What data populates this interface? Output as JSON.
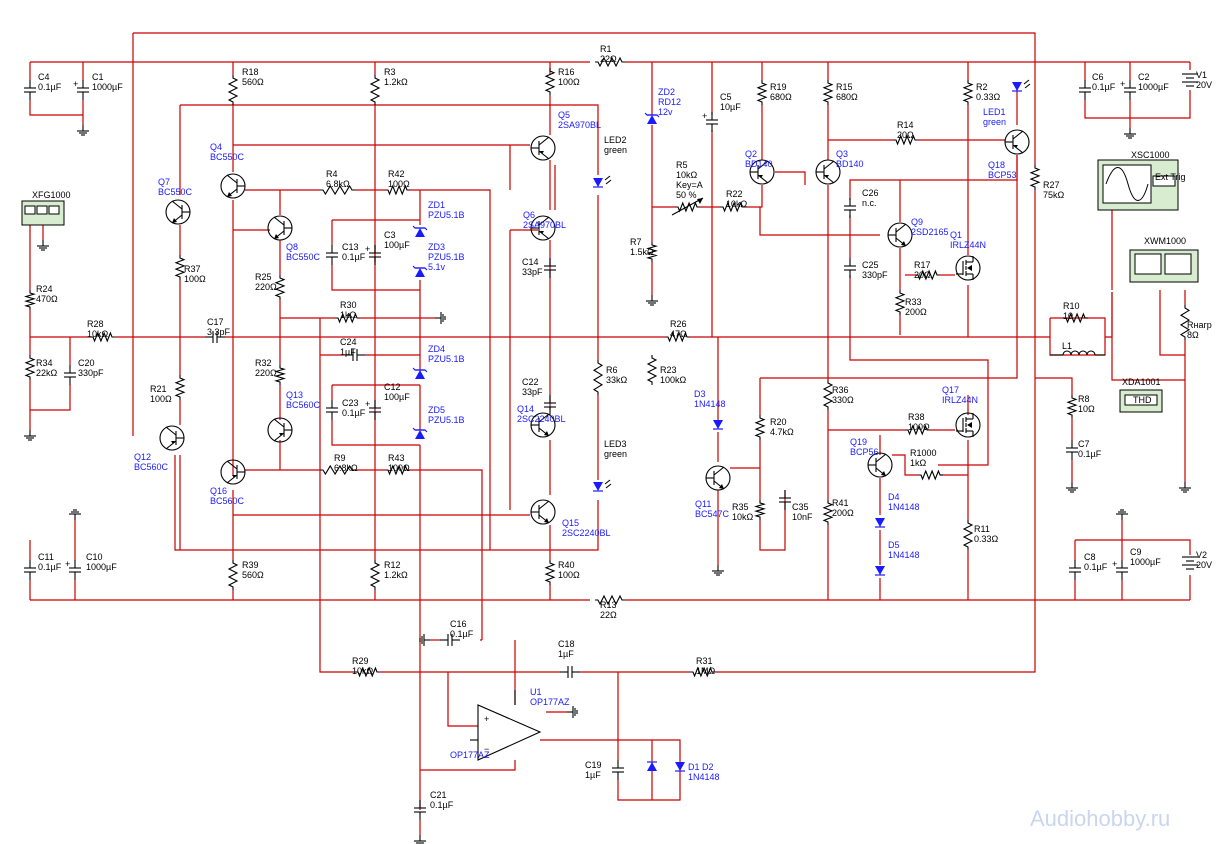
{
  "labels": {
    "C4": [
      "C4",
      "0.1µF"
    ],
    "C1": [
      "C1",
      "1000µF"
    ],
    "R18": [
      "R18",
      "560Ω"
    ],
    "R3": [
      "R3",
      "1.2kΩ"
    ],
    "R16": [
      "R16",
      "100Ω"
    ],
    "R1": [
      "R1",
      "22Ω"
    ],
    "ZD2": [
      "ZD2",
      "RD12",
      "12v"
    ],
    "C5": [
      "C5",
      "10µF"
    ],
    "R19": [
      "R19",
      "680Ω"
    ],
    "R15": [
      "R15",
      "680Ω"
    ],
    "R2": [
      "R2",
      "0.33Ω"
    ],
    "LED1": [
      "LED1",
      "green"
    ],
    "C6": [
      "C6",
      "0.1µF"
    ],
    "C2": [
      "C2",
      "1000µF"
    ],
    "V1": [
      "V1",
      "20V"
    ],
    "Q5": [
      "Q5",
      "2SA970BL"
    ],
    "LED2": [
      "LED2",
      "green"
    ],
    "Q4": [
      "Q4",
      "BC550C"
    ],
    "Q7": [
      "Q7",
      "BC550C"
    ],
    "R14": [
      "R14",
      "20Ω"
    ],
    "Q2": [
      "Q2",
      "BD140"
    ],
    "Q3": [
      "Q3",
      "BD140"
    ],
    "Q18": [
      "Q18",
      "BCP53"
    ],
    "R5": [
      "R5",
      "10kΩ",
      "Key=A",
      "50 %"
    ],
    "R4": [
      "R4",
      "6.8kΩ"
    ],
    "R42": [
      "R42",
      "100Ω"
    ],
    "R22": [
      "R22",
      "10kΩ"
    ],
    "C26": [
      "C26",
      "n.c."
    ],
    "R27": [
      "R27",
      "75kΩ"
    ],
    "XFG1000": "XFG1000",
    "XSC1000": "XSC1000",
    "XWM1000": "XWM1000",
    "XDA1001": "XDA1001",
    "ZD1": [
      "ZD1",
      "PZU5.1B"
    ],
    "Q6": [
      "Q6",
      "2SA970BL"
    ],
    "Q8": [
      "Q8",
      "BC550C"
    ],
    "C3": [
      "C3",
      "100µF"
    ],
    "C13": [
      "C13",
      "0.1µF"
    ],
    "ZD3": [
      "ZD3",
      "PZU5.1B",
      "5.1v"
    ],
    "Q9": [
      "Q9",
      "2SD2165"
    ],
    "Q1": [
      "Q1",
      "IRLZ44N"
    ],
    "R37": [
      "R37",
      "100Ω"
    ],
    "R7": [
      "R7",
      "1.5kΩ"
    ],
    "C14": [
      "C14",
      "33pF"
    ],
    "C25": [
      "C25",
      "330pF"
    ],
    "R17": [
      "R17",
      "20Ω"
    ],
    "R25": [
      "R25",
      "220Ω"
    ],
    "R24": [
      "R24",
      "470Ω"
    ],
    "R33": [
      "R33",
      "200Ω"
    ],
    "R30": [
      "R30",
      "1kΩ"
    ],
    "R28": [
      "R28",
      "10kΩ"
    ],
    "R10": [
      "R10",
      "10"
    ],
    "C17": [
      "C17",
      "3.3pF"
    ],
    "R26": [
      "R26",
      "47Ω"
    ],
    "Rload": [
      "Rнагр",
      "8Ω"
    ],
    "L1": "L1",
    "C24": [
      "C24",
      "1µF"
    ],
    "ZD4": [
      "ZD4",
      "PZU5.1B"
    ],
    "R34": [
      "R34",
      "22kΩ"
    ],
    "C20": [
      "C20",
      "330pF"
    ],
    "R32": [
      "R32",
      "220Ω"
    ],
    "R6": [
      "R6",
      "33kΩ"
    ],
    "R23": [
      "R23",
      "100kΩ"
    ],
    "D3": [
      "D3",
      "1N4148"
    ],
    "R36": [
      "R36",
      "330Ω"
    ],
    "Q17": [
      "Q17",
      "IRLZ44N"
    ],
    "R8": [
      "R8",
      "10Ω"
    ],
    "C12": [
      "C12",
      "100µF"
    ],
    "C22": [
      "C22",
      "33pF"
    ],
    "Q13": [
      "Q13",
      "BC560C"
    ],
    "C23": [
      "C23",
      "0.1µF"
    ],
    "R21": [
      "R21",
      "100Ω"
    ],
    "Q14": [
      "Q14",
      "2SC2240BL"
    ],
    "ZD5": [
      "ZD5",
      "PZU5.1B"
    ],
    "R20": [
      "R20",
      "4.7kΩ"
    ],
    "R38": [
      "R38",
      "100Ω"
    ],
    "Q12": [
      "Q12",
      "BC560C"
    ],
    "LED3": [
      "LED3",
      "green"
    ],
    "Q19": [
      "Q19",
      "BCP56"
    ],
    "R1000": [
      "R1000",
      "1kΩ"
    ],
    "C7": [
      "C7",
      "0.1µF"
    ],
    "Q16": [
      "Q16",
      "BC560C"
    ],
    "R9": [
      "R9",
      "6.8kΩ"
    ],
    "R43": [
      "R43",
      "100Ω"
    ],
    "Q11": [
      "Q11",
      "BC547C"
    ],
    "R35": [
      "R35",
      "10kΩ"
    ],
    "C35": [
      "C35",
      "10nF"
    ],
    "D4": [
      "D4",
      "1N4148"
    ],
    "R41": [
      "R41",
      "200Ω"
    ],
    "Q15": [
      "Q15",
      "2SC2240BL"
    ],
    "R11": [
      "R11",
      "0.33Ω"
    ],
    "D5": [
      "D5",
      "1N4148"
    ],
    "C11": [
      "C11",
      "0.1µF"
    ],
    "C10": [
      "C10",
      "1000µF"
    ],
    "R39": [
      "R39",
      "560Ω"
    ],
    "R12": [
      "R12",
      "1.2kΩ"
    ],
    "R40": [
      "R40",
      "100Ω"
    ],
    "R13": [
      "R13",
      "22Ω"
    ],
    "C8": [
      "C8",
      "0.1µF"
    ],
    "C9": [
      "C9",
      "1000µF"
    ],
    "V2": [
      "V2",
      "20V"
    ],
    "C16": [
      "C16",
      "0.1µF"
    ],
    "C18": [
      "C18",
      "1µF"
    ],
    "R29": [
      "R29",
      "10kΩ"
    ],
    "R31": [
      "R31",
      "1MΩ"
    ],
    "U1": [
      "U1",
      "OP177AZ"
    ],
    "C19": [
      "C19",
      "1µF"
    ],
    "D1D2": [
      "D1  D2",
      "1N4148"
    ],
    "C21": [
      "C21",
      "0.1µF"
    ],
    "ext_trig": "Ext Trig",
    "thd": "THD"
  },
  "watermark": "Audiohobby.ru",
  "colors": {
    "wire": "#cc0000",
    "component": "#000000",
    "semiconductor": "#1a1aff",
    "instrument": "#d8ecd0",
    "watermark": "#c9d6ee"
  }
}
